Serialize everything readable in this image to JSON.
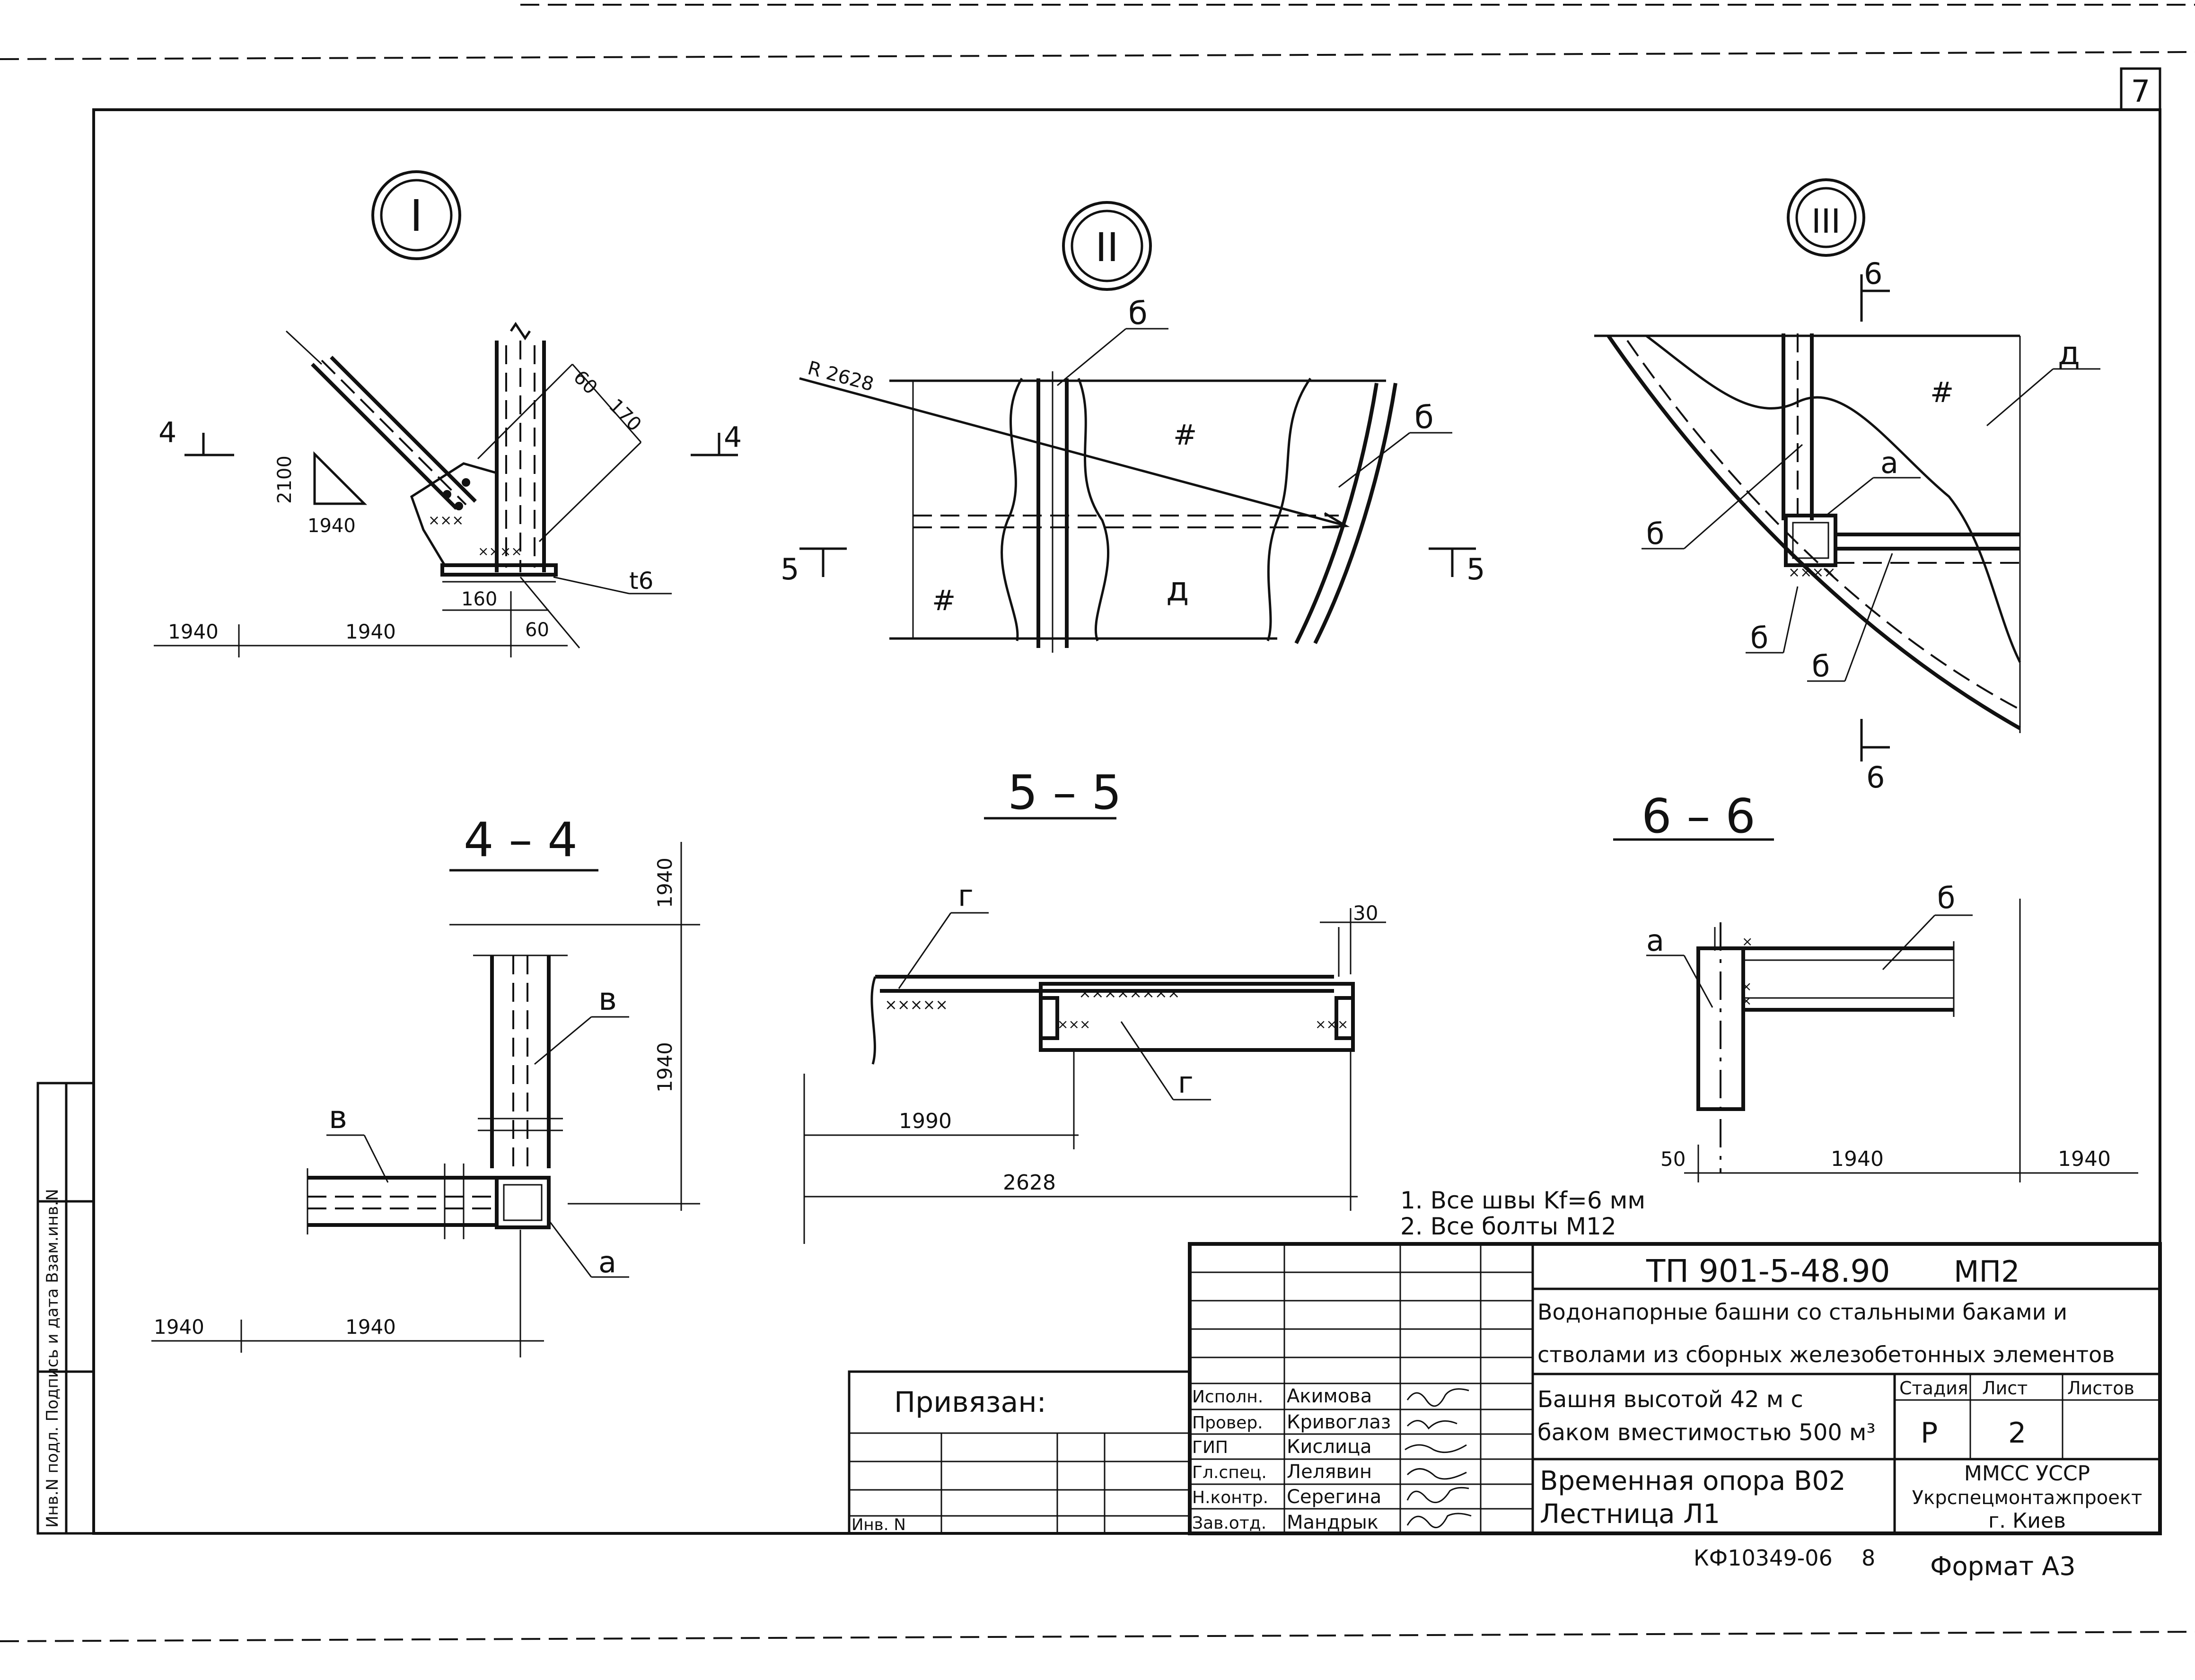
{
  "sheet": {
    "page_number": "7",
    "format": "Формат А3",
    "archive_code": "КФ10349-06",
    "archive_sheet": "8"
  },
  "nodes": {
    "node1": "I",
    "node2": "II",
    "node3": "III"
  },
  "sections": {
    "s44": "4 – 4",
    "s55": "5 – 5",
    "s66": "6 – 6"
  },
  "node1_labels": {
    "cut_left": "4",
    "cut_right": "4",
    "slope_v": "2100",
    "slope_h": "1940",
    "dim_60_top": "60",
    "dim_170": "170",
    "dim_160": "160",
    "dim_60_bottom": "60",
    "thk": "t6",
    "dim_1940_left": "1940",
    "dim_1940_main": "1940"
  },
  "node2_labels": {
    "radius": "R 2628",
    "b_top": "б",
    "b_right": "б",
    "d": "д",
    "cut_left": "5",
    "cut_right": "5"
  },
  "node3_labels": {
    "cut_top": "6",
    "cut_bottom": "6",
    "d": "д",
    "a": "а",
    "b_left": "б",
    "b_bottom1": "б",
    "b_bottom2": "б"
  },
  "sec44_labels": {
    "v1": "1940",
    "v2": "1940",
    "b_right": "в",
    "b_left": "в",
    "a": "а",
    "h1": "1940",
    "h2": "1940"
  },
  "sec55_labels": {
    "g_top": "г",
    "g_bottom": "г",
    "dim_30": "30",
    "dim_1990": "1990",
    "dim_2628": "2628"
  },
  "sec66_labels": {
    "a": "а",
    "b": "б",
    "dim_50": "50",
    "dim_1940_a": "1940",
    "dim_1940_b": "1940"
  },
  "notes": [
    "1. Все швы  Kf=6 мм",
    "2. Все болты  М12"
  ],
  "binding": {
    "label": "Привязан:",
    "inv": "Инв. N"
  },
  "side_stamp": {
    "label": "Инв.N подл.   Подпись и дата   Взам.инв.N"
  },
  "title_block": {
    "doc_code": "ТП 901-5-48.90",
    "mark": "МП2",
    "project_title_line1": "Водонапорные башни со стальными баками и",
    "project_title_line2": "стволами из сборных железобетонных элементов",
    "object_line1": "Башня высотой  42 м с",
    "object_line2": "баком вместимостью 500 м³",
    "sheet_title_line1": "Временная опора  В02",
    "sheet_title_line2": "Лестница  Л1",
    "stage_header": "Стадия",
    "sheet_header": "Лист",
    "sheets_header": "Листов",
    "stage": "Р",
    "sheet_no": "2",
    "sheets_total": "",
    "org_line1": "ММСС УССР",
    "org_line2": "Укрспецмонтажпроект",
    "org_line3": "г. Киев",
    "roles": [
      {
        "role": "Исполн.",
        "name": "Акимова"
      },
      {
        "role": "Провер.",
        "name": "Кривоглаз"
      },
      {
        "role": "ГИП",
        "name": "Кислица"
      },
      {
        "role": "Гл.спец.",
        "name": "Лелявин"
      },
      {
        "role": "Н.контр.",
        "name": "Серегина"
      },
      {
        "role": "Зав.отд.",
        "name": "Мандрык"
      }
    ]
  }
}
